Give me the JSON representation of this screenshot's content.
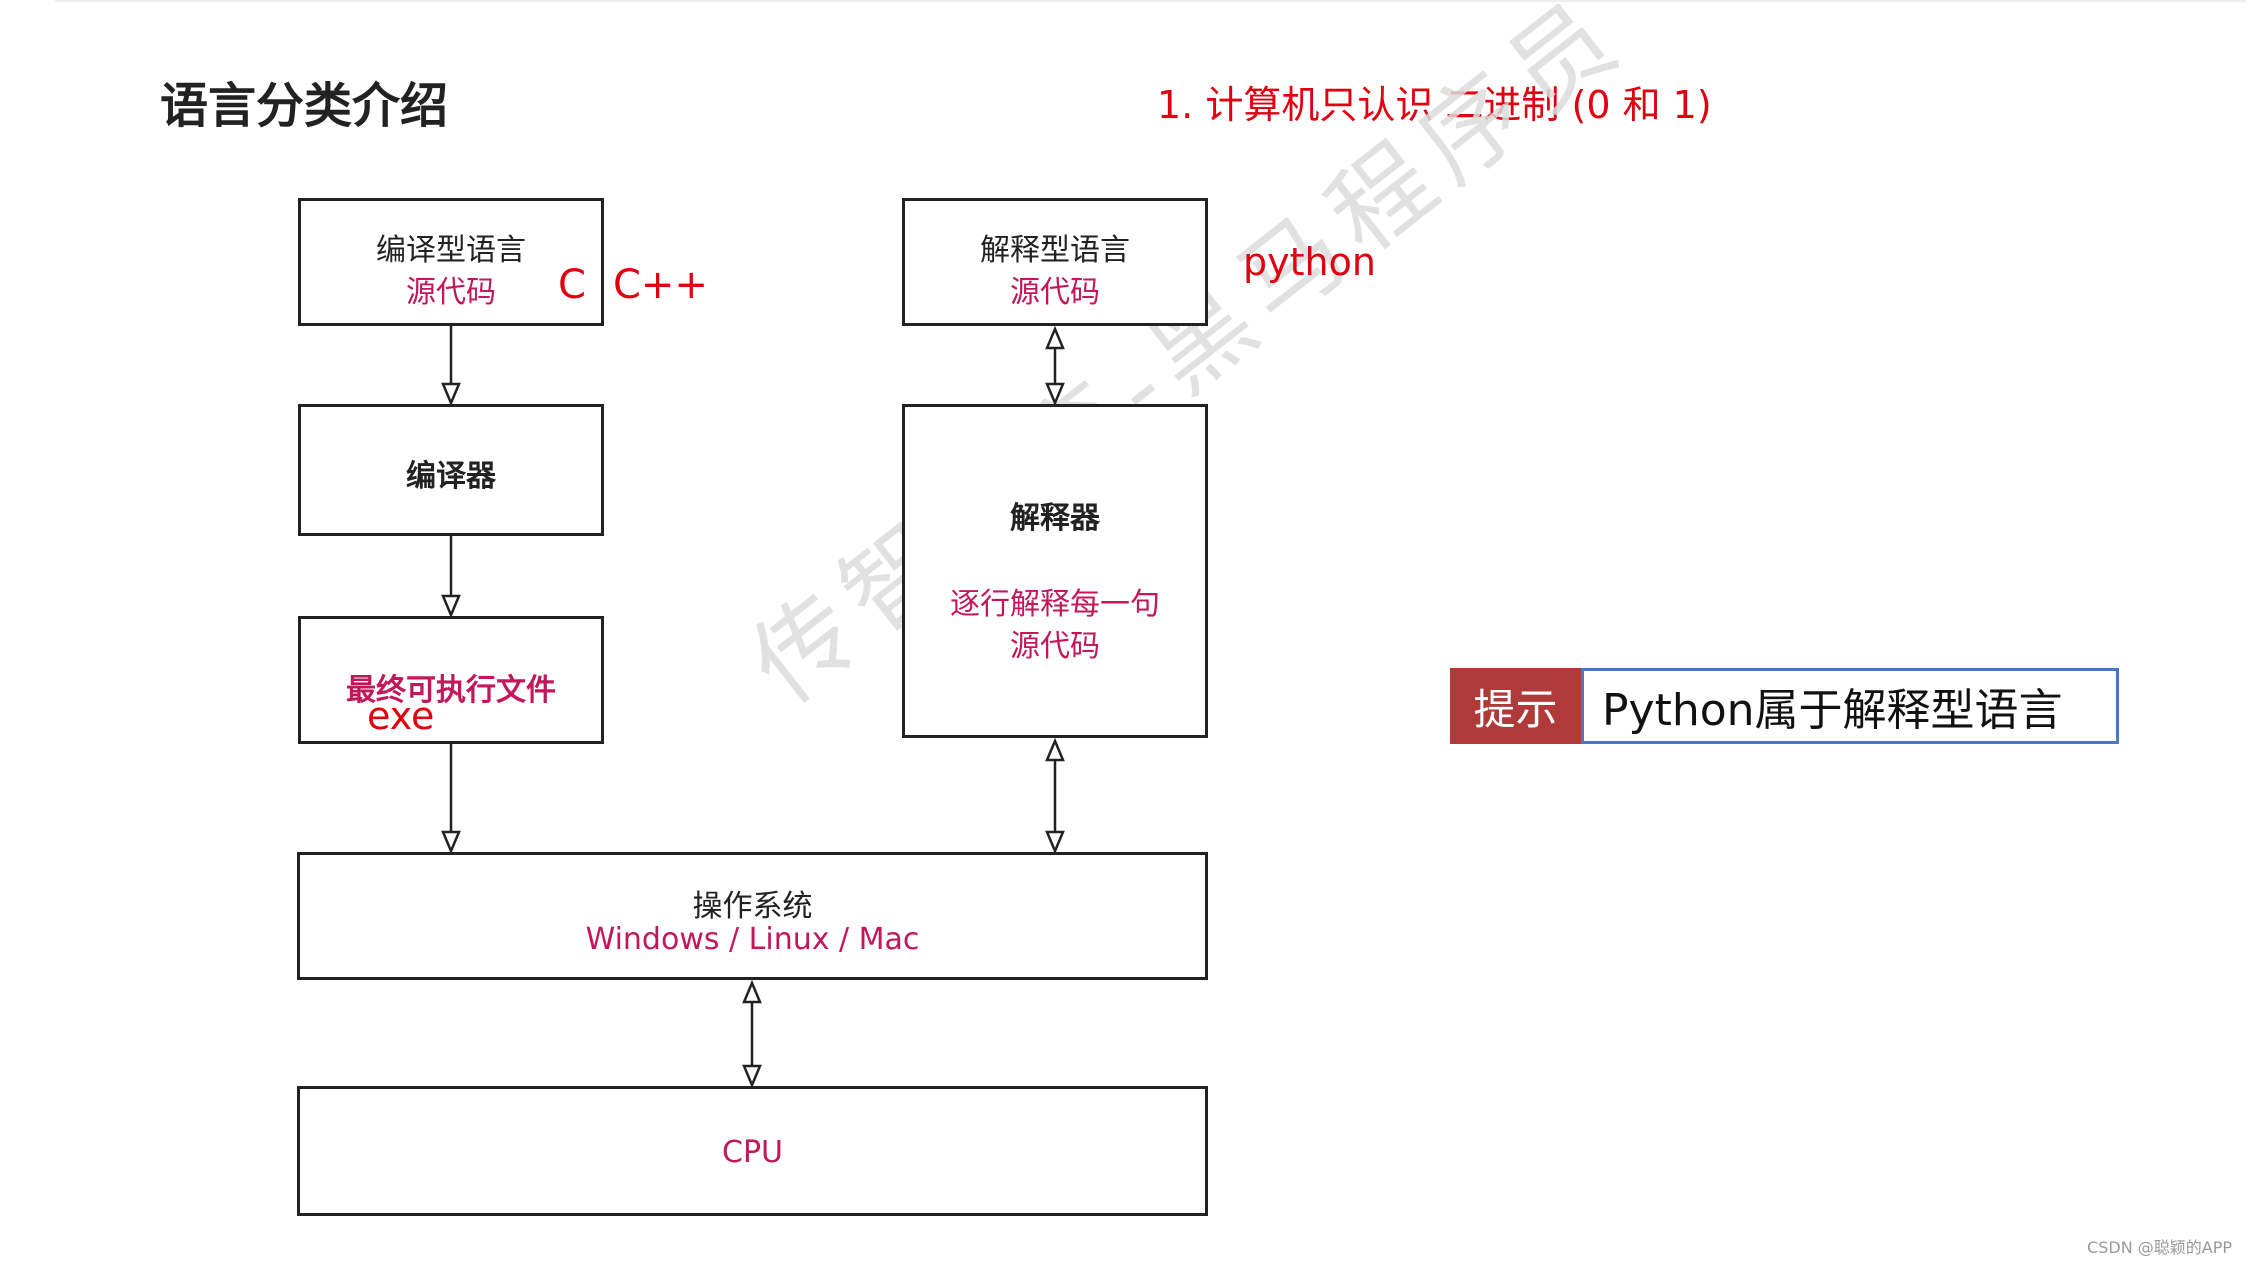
{
  "slide": {
    "title": "语言分类介绍",
    "note": "1. 计算机只认识 二进制 (0 和 1)",
    "watermark": "传智教育-黑马程序员",
    "credit": "CSDN @聪颖的APP"
  },
  "compiled": {
    "box1_title": "编译型语言",
    "box1_sub": "源代码",
    "lang_c": "C",
    "lang_cpp": "C++",
    "compiler": "编译器",
    "final_file": "最终可执行文件",
    "exe": "exe"
  },
  "interpreted": {
    "box1_title": "解释型语言",
    "box1_sub": "源代码",
    "lang_python": "python",
    "interpreter": "解释器",
    "interp_desc_line1": "逐行解释每一句",
    "interp_desc_line2": "源代码"
  },
  "os": {
    "title": "操作系统",
    "list": "Windows / Linux / Mac"
  },
  "cpu": {
    "label": "CPU"
  },
  "tip": {
    "label": "提示",
    "text": "Python属于解释型语言"
  }
}
